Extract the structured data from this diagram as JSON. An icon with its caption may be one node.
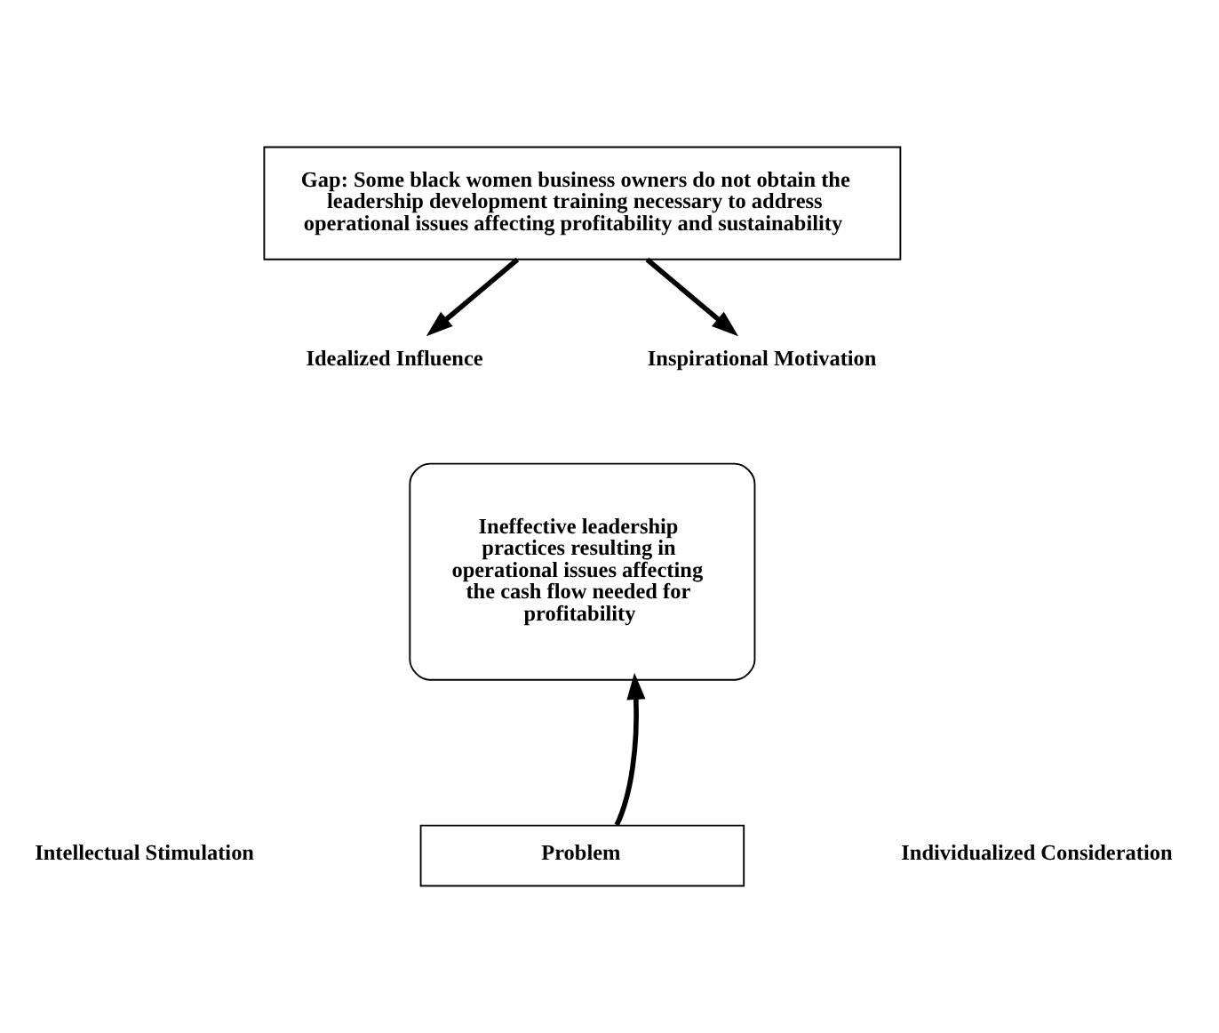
{
  "diagram": {
    "nodes": [
      {
        "text": [
          "Gap: Some black women business owners do not obtain the leadership development training necessary to address operational issues affecting profitability and sustainability"
        ]
      },
      {
        "text": [
          "Idealized Influence"
        ]
      },
      {
        "text": [
          "Inspirational Motivation"
        ]
      },
      {
        "text": [
          "Ineffective leadership practices resulting in operational issues affecting the cash flow needed for profitability"
        ]
      },
      {
        "text": [
          "Problem"
        ]
      }
    ],
    "edges": [
      {
        "from": 0,
        "to": 1,
        "arrow": "to"
      },
      {
        "from": 0,
        "to": 2,
        "arrow": "to"
      },
      {
        "from": 4,
        "to": 3,
        "arrow": "to"
      }
    ],
    "labels": [
      "Intellectual Stimulation",
      "Individualized Consideration"
    ]
  }
}
